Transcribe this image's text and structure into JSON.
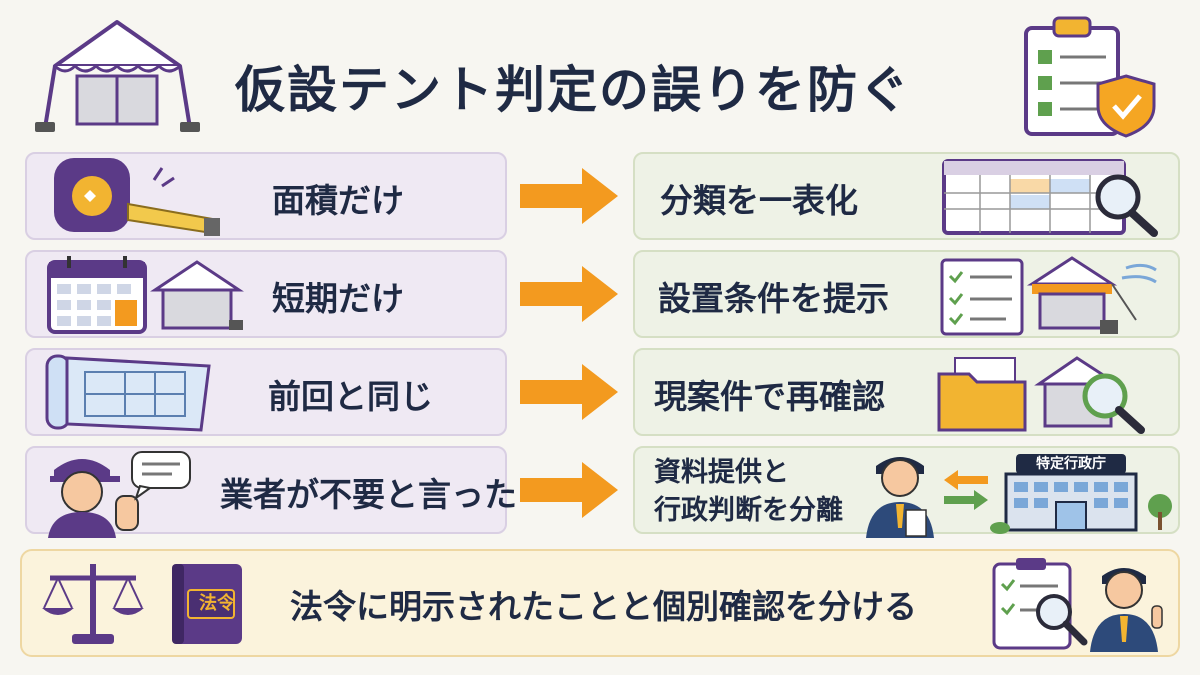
{
  "title": "仮設テント判定の誤りを防ぐ",
  "rows": [
    {
      "left": "面積だけ",
      "right": "分類を一表化"
    },
    {
      "left": "短期だけ",
      "right": "設置条件を提示"
    },
    {
      "left": "前回と同じ",
      "right": "現案件で再確認"
    },
    {
      "left": "業者が不要と言った",
      "right_line1": "資料提供と",
      "right_line2": "行政判断を分離"
    }
  ],
  "building_sign": "特定行政庁",
  "book_label": "法令",
  "bottom_text": "法令に明示されたことと個別確認を分ける",
  "colors": {
    "arrow": "#f39a1f",
    "purple": "#5b3a87",
    "navy": "#1f2a44",
    "left_bg": "#efe9f3",
    "right_bg": "#eef2e6",
    "bottom_bg": "#fbf3dc"
  }
}
